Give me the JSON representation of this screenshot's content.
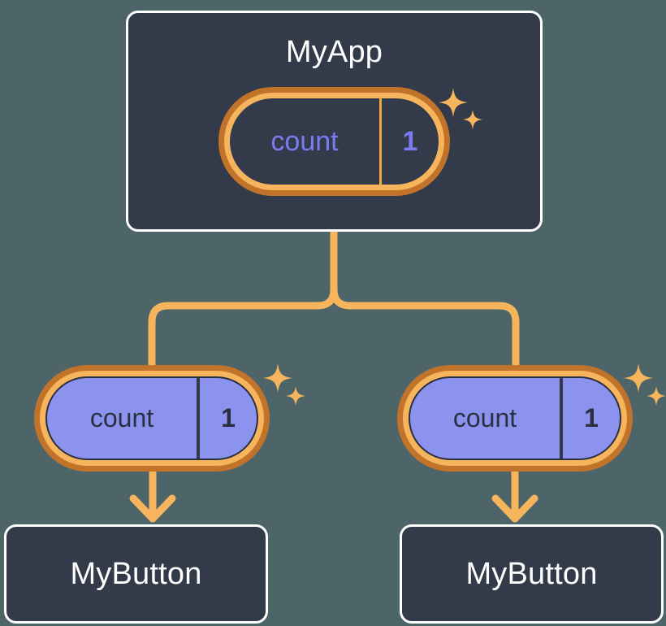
{
  "diagram": {
    "type": "signal-propagation-tree",
    "background_color": "#4d6469",
    "root": {
      "title": "MyApp",
      "signal": {
        "name": "count",
        "value": "1",
        "style": "source",
        "text_color": "#7b7bf0",
        "fill_color": "#333a4a",
        "ring_outer_color": "#c2732a",
        "ring_inner_color": "#f6b55c",
        "sparkle_label": "sparkles-icon"
      }
    },
    "children": [
      {
        "id": "left",
        "signal": {
          "name": "count",
          "value": "1",
          "style": "derived",
          "text_color": "#2b3040",
          "fill_color": "#8b93ef",
          "ring_outer_color": "#c2732a",
          "ring_inner_color": "#f6b55c",
          "sparkle_label": "sparkles-icon"
        },
        "title": "MyButton"
      },
      {
        "id": "right",
        "signal": {
          "name": "count",
          "value": "1",
          "style": "derived",
          "text_color": "#2b3040",
          "fill_color": "#8b93ef",
          "ring_outer_color": "#c2732a",
          "ring_inner_color": "#f6b55c",
          "sparkle_label": "sparkles-icon"
        },
        "title": "MyButton"
      }
    ],
    "connector_color": "#f6b55c",
    "box_border_color": "#ffffff",
    "box_fill_color": "#333a4a",
    "box_title_color": "#ffffff"
  }
}
